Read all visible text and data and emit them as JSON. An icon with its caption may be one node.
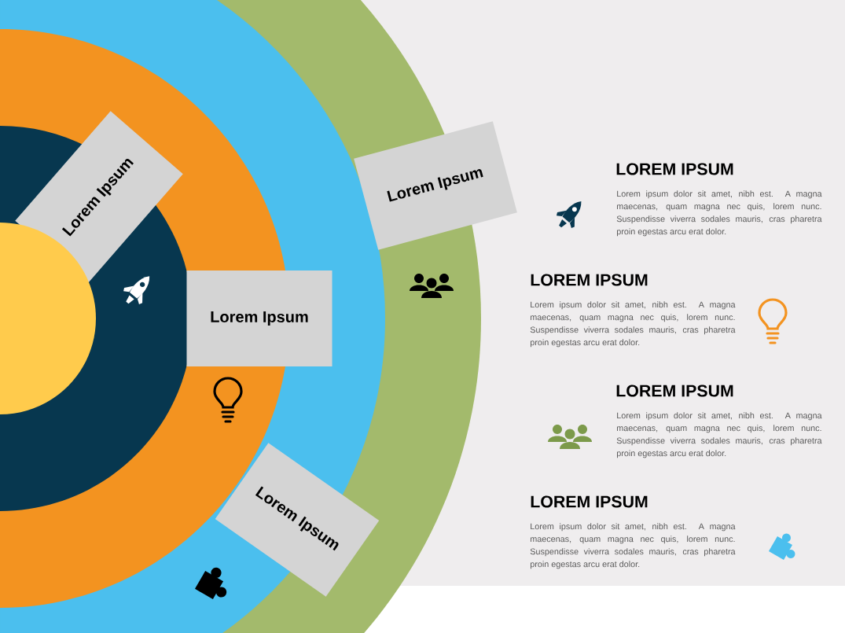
{
  "diagram": {
    "nodes": [
      {
        "text": [
          "Lorem Ipsum"
        ]
      },
      {
        "text": [
          "Lorem Ipsum"
        ]
      },
      {
        "text": [
          "Lorem Ipsum"
        ]
      },
      {
        "text": [
          "Lorem Ipsum"
        ]
      },
      {
        "text": [],
        "shape": "circle"
      }
    ],
    "labels": [
      "LOREM IPSUM",
      "Lorem ipsum dolor sit amet, nibh est. A magna maecenas, quam magna nec quis, lorem nunc. Suspendisse viverra sodales mauris, cras pharetra proin egestas arcu erat dolor.",
      "LOREM IPSUM",
      "Lorem ipsum dolor sit amet, nibh est. A magna maecenas, quam magna nec quis, lorem nunc. Suspendisse viverra sodales mauris, cras pharetra proin egestas arcu erat dolor.",
      "LOREM IPSUM",
      "Lorem ipsum dolor sit amet, nibh est. A magna maecenas, quam magna nec quis, lorem nunc. Suspendisse viverra sodales mauris, cras pharetra proin egestas arcu erat dolor.",
      "LOREM IPSUM",
      "Lorem ipsum dolor sit amet, nibh est. A magna maecenas, quam magna nec quis, lorem nunc. Suspendisse viverra sodales mauris, cras pharetra proin egestas arcu erat dolor."
    ]
  }
}
